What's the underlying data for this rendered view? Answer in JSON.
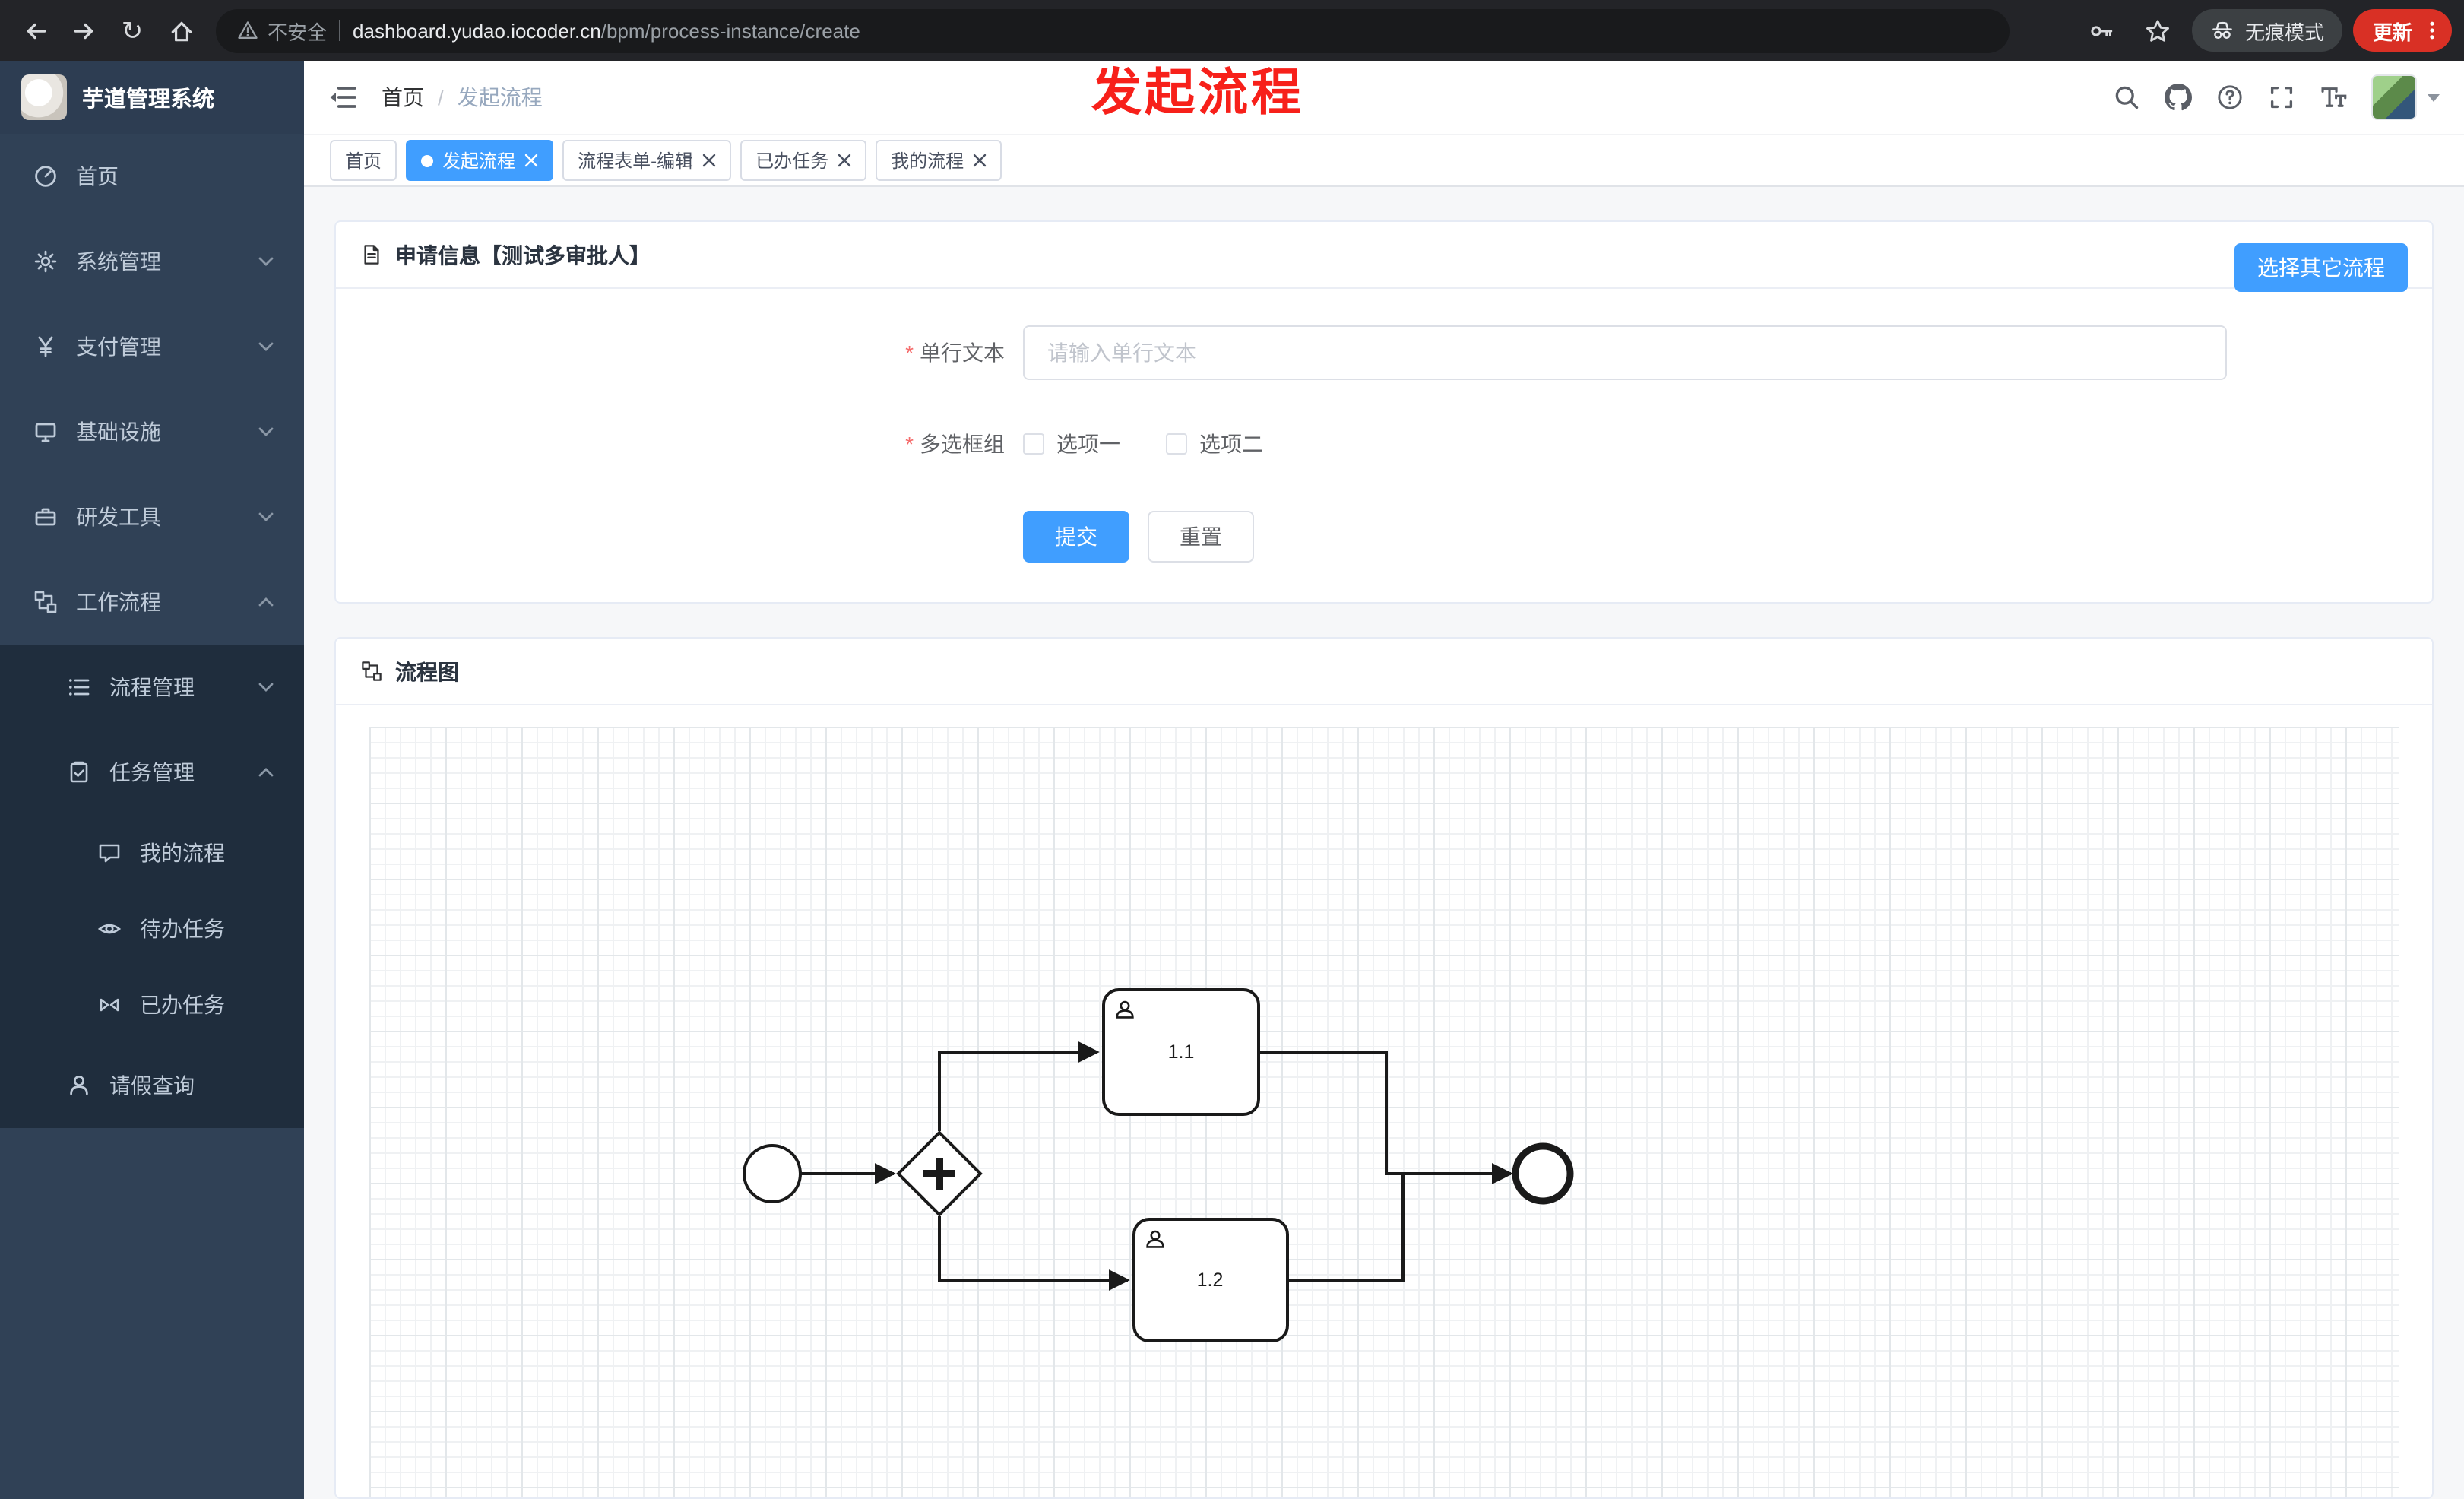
{
  "browser": {
    "security": "不安全",
    "url_domain": "dashboard.yudao.iocoder.cn",
    "url_path": "/bpm/process-instance/create",
    "incognito": "无痕模式",
    "update": "更新"
  },
  "icons": {
    "reload": "↻"
  },
  "sidebar": {
    "app_title": "芋道管理系统",
    "items": [
      {
        "label": "首页"
      },
      {
        "label": "系统管理"
      },
      {
        "label": "支付管理"
      },
      {
        "label": "基础设施"
      },
      {
        "label": "研发工具"
      },
      {
        "label": "工作流程"
      },
      {
        "label": "流程管理"
      },
      {
        "label": "任务管理"
      },
      {
        "label": "我的流程"
      },
      {
        "label": "待办任务"
      },
      {
        "label": "已办任务"
      },
      {
        "label": "请假查询"
      }
    ]
  },
  "header": {
    "breadcrumb_home": "首页",
    "breadcrumb_separator": "/",
    "breadcrumb_current": "发起流程",
    "annotation": "发起流程"
  },
  "tabs": [
    {
      "label": "首页"
    },
    {
      "label": "发起流程"
    },
    {
      "label": "流程表单-编辑"
    },
    {
      "label": "已办任务"
    },
    {
      "label": "我的流程"
    }
  ],
  "form_card": {
    "title": "申请信息【测试多审批人】",
    "select_other": "选择其它流程",
    "required_mark": "*",
    "text_field": {
      "label": "单行文本",
      "placeholder": "请输入单行文本",
      "value": ""
    },
    "checkbox_field": {
      "label": "多选框组",
      "options": [
        "选项一",
        "选项二"
      ]
    },
    "submit": "提交",
    "reset": "重置"
  },
  "diagram_card": {
    "title": "流程图",
    "tasks": [
      "1.1",
      "1.2"
    ]
  },
  "colors": {
    "primary": "#409eff",
    "sidebar_bg": "#304156",
    "submenu_bg": "#1f2d3d",
    "annotation_red": "#f7201a",
    "update_badge": "#d93025"
  }
}
